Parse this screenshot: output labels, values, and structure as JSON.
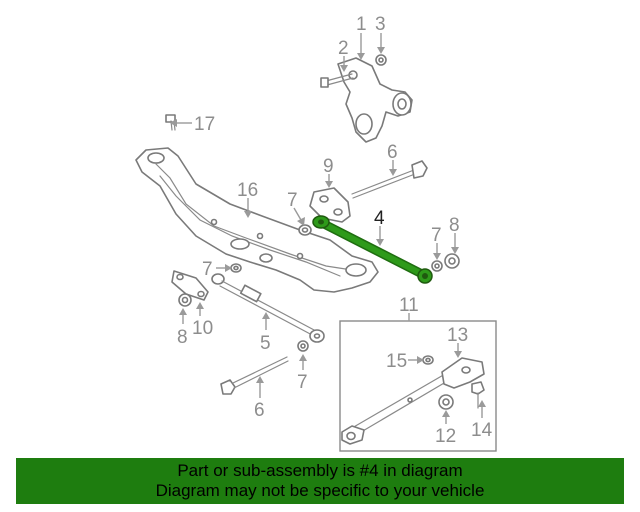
{
  "diagram": {
    "callouts": {
      "c1": "1",
      "c2": "2",
      "c3": "3",
      "c4": "4",
      "c5": "5",
      "c6a": "6",
      "c6b": "6",
      "c7a": "7",
      "c7b": "7",
      "c7c": "7",
      "c7d": "7",
      "c8a": "8",
      "c8b": "8",
      "c9": "9",
      "c10": "10",
      "c11": "11",
      "c12": "12",
      "c13": "13",
      "c14": "14",
      "c15": "15",
      "c16": "16",
      "c17": "17"
    },
    "highlight_color": "#2e9a1a",
    "callout_color": "#8d8d8d"
  },
  "footer": {
    "line1": "Part or sub-assembly is #4 in diagram",
    "line2": "Diagram may not be specific to your vehicle",
    "background": "#1e7d0f"
  }
}
